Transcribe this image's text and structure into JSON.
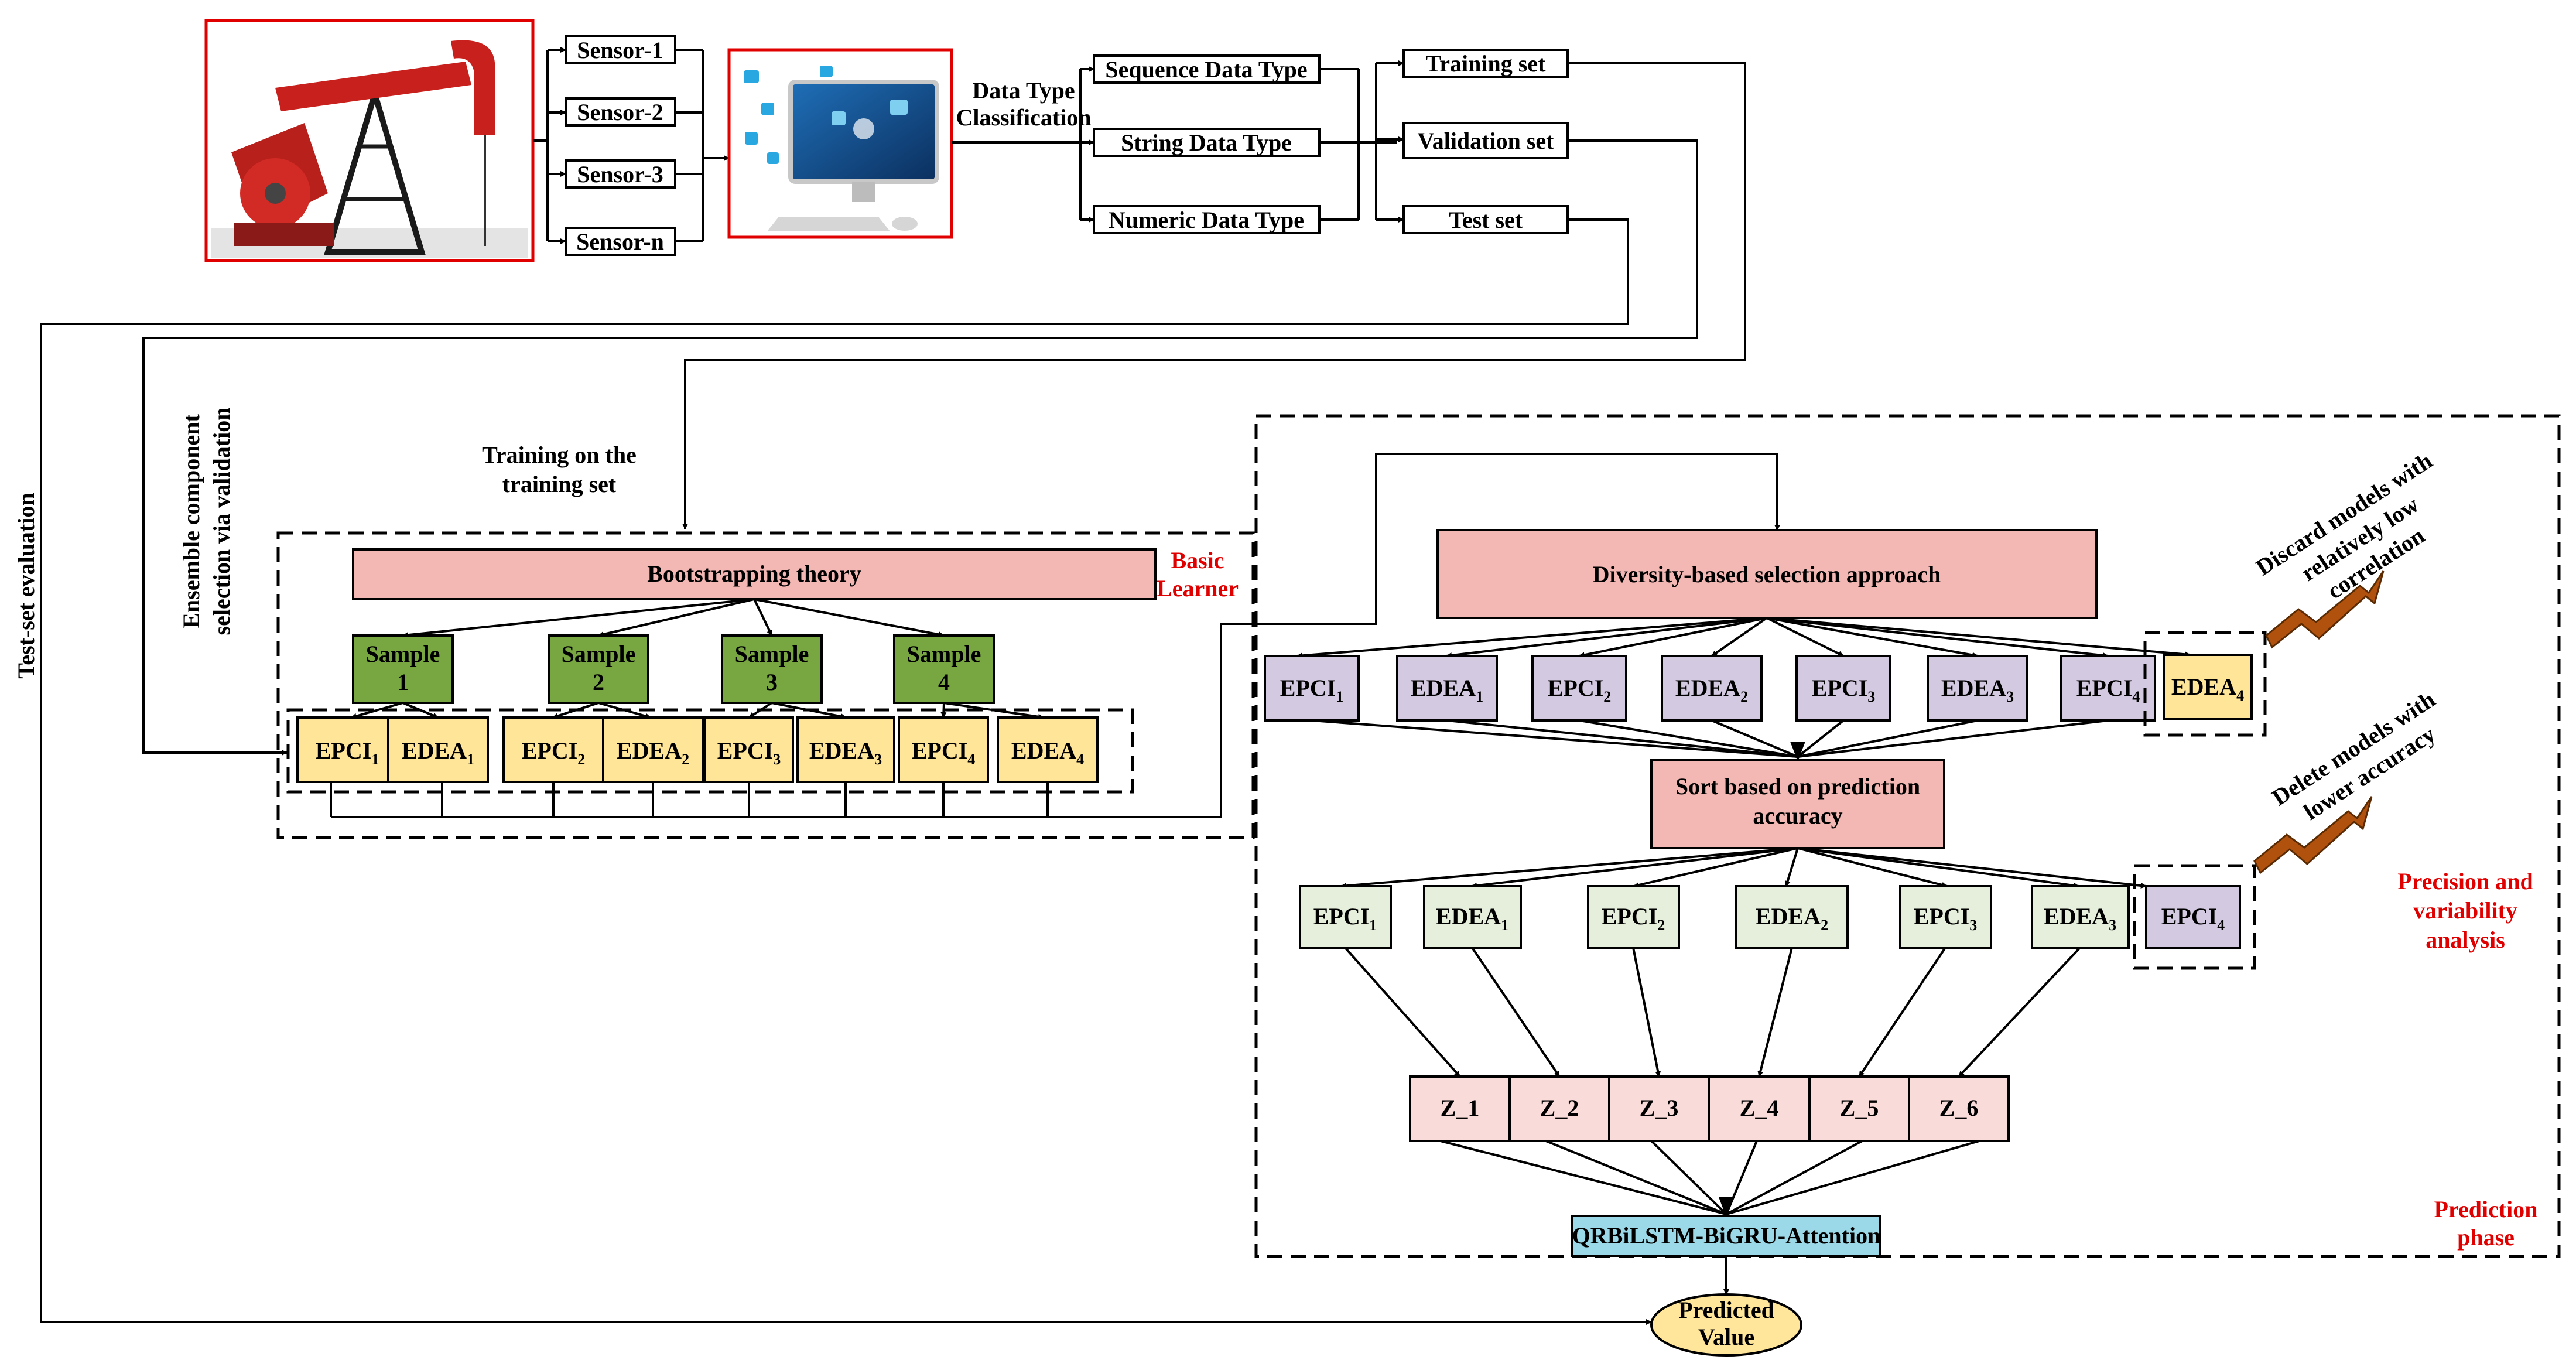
{
  "sensors": [
    "Sensor-1",
    "Sensor-2",
    "Sensor-3",
    "Sensor-n"
  ],
  "data_type_label": [
    "Data Type",
    "Classification"
  ],
  "data_types": [
    "Sequence Data Type",
    "String Data Type",
    "Numeric Data Type"
  ],
  "splits": [
    "Training set",
    "Validation set",
    "Test set"
  ],
  "side_labels": {
    "test_eval": "Test-set evaluation",
    "ensemble": [
      "Ensemble component",
      "selection via validation"
    ],
    "training": [
      "Training on the",
      "training set"
    ]
  },
  "left_module": {
    "bootstrapping": "Bootstrapping theory",
    "basic_learner": [
      "Basic",
      "Learner"
    ],
    "samples": [
      [
        "Sample",
        "1"
      ],
      [
        "Sample",
        "2"
      ],
      [
        "Sample",
        "3"
      ],
      [
        "Sample",
        "4"
      ]
    ],
    "learners": [
      {
        "base": "EPCI",
        "sub": "1"
      },
      {
        "base": "EDEA",
        "sub": "1"
      },
      {
        "base": "EPCI",
        "sub": "2"
      },
      {
        "base": "EDEA",
        "sub": "2"
      },
      {
        "base": "EPCI",
        "sub": "3"
      },
      {
        "base": "EDEA",
        "sub": "3"
      },
      {
        "base": "EPCI",
        "sub": "4"
      },
      {
        "base": "EDEA",
        "sub": "4"
      }
    ]
  },
  "right_module": {
    "diversity": "Diversity-based selection approach",
    "row1": [
      {
        "base": "EPCI",
        "sub": "1"
      },
      {
        "base": "EDEA",
        "sub": "1"
      },
      {
        "base": "EPCI",
        "sub": "2"
      },
      {
        "base": "EDEA",
        "sub": "2"
      },
      {
        "base": "EPCI",
        "sub": "3"
      },
      {
        "base": "EDEA",
        "sub": "3"
      },
      {
        "base": "EPCI",
        "sub": "4"
      }
    ],
    "discarded1": {
      "base": "EDEA",
      "sub": "4"
    },
    "discard_text": [
      "Discard models with",
      "relatively low",
      "correlation"
    ],
    "sort": [
      "Sort based on prediction",
      "accuracy"
    ],
    "row2": [
      {
        "base": "EPCI",
        "sub": "1"
      },
      {
        "base": "EDEA",
        "sub": "1"
      },
      {
        "base": "EPCI",
        "sub": "2"
      },
      {
        "base": "EDEA",
        "sub": "2"
      },
      {
        "base": "EPCI",
        "sub": "3"
      },
      {
        "base": "EDEA",
        "sub": "3"
      }
    ],
    "discarded2": {
      "base": "EPCI",
      "sub": "4"
    },
    "delete_text": [
      "Delete models with",
      "lower accuracy"
    ],
    "precision": [
      "Precision and",
      "variability",
      "analysis"
    ],
    "z_cells": [
      "Z_1",
      "Z_2",
      "Z_3",
      "Z_4",
      "Z_5",
      "Z_6"
    ],
    "model": "QRBiLSTM-BiGRU-Attention",
    "prediction_phase": [
      "Prediction",
      "phase"
    ]
  },
  "output": [
    "Predicted",
    "Value"
  ],
  "colors": {
    "pink": "#f4b8b4",
    "green": "#78a641",
    "yellow": "#ffe598",
    "purple": "#d3c9e0",
    "lightgreen": "#e6efdc",
    "zpink": "#f9dcd9",
    "cyan": "#9cd9e8",
    "ellipse": "#ffe69a",
    "red": "#e00000",
    "arrow": "#b0520e"
  }
}
